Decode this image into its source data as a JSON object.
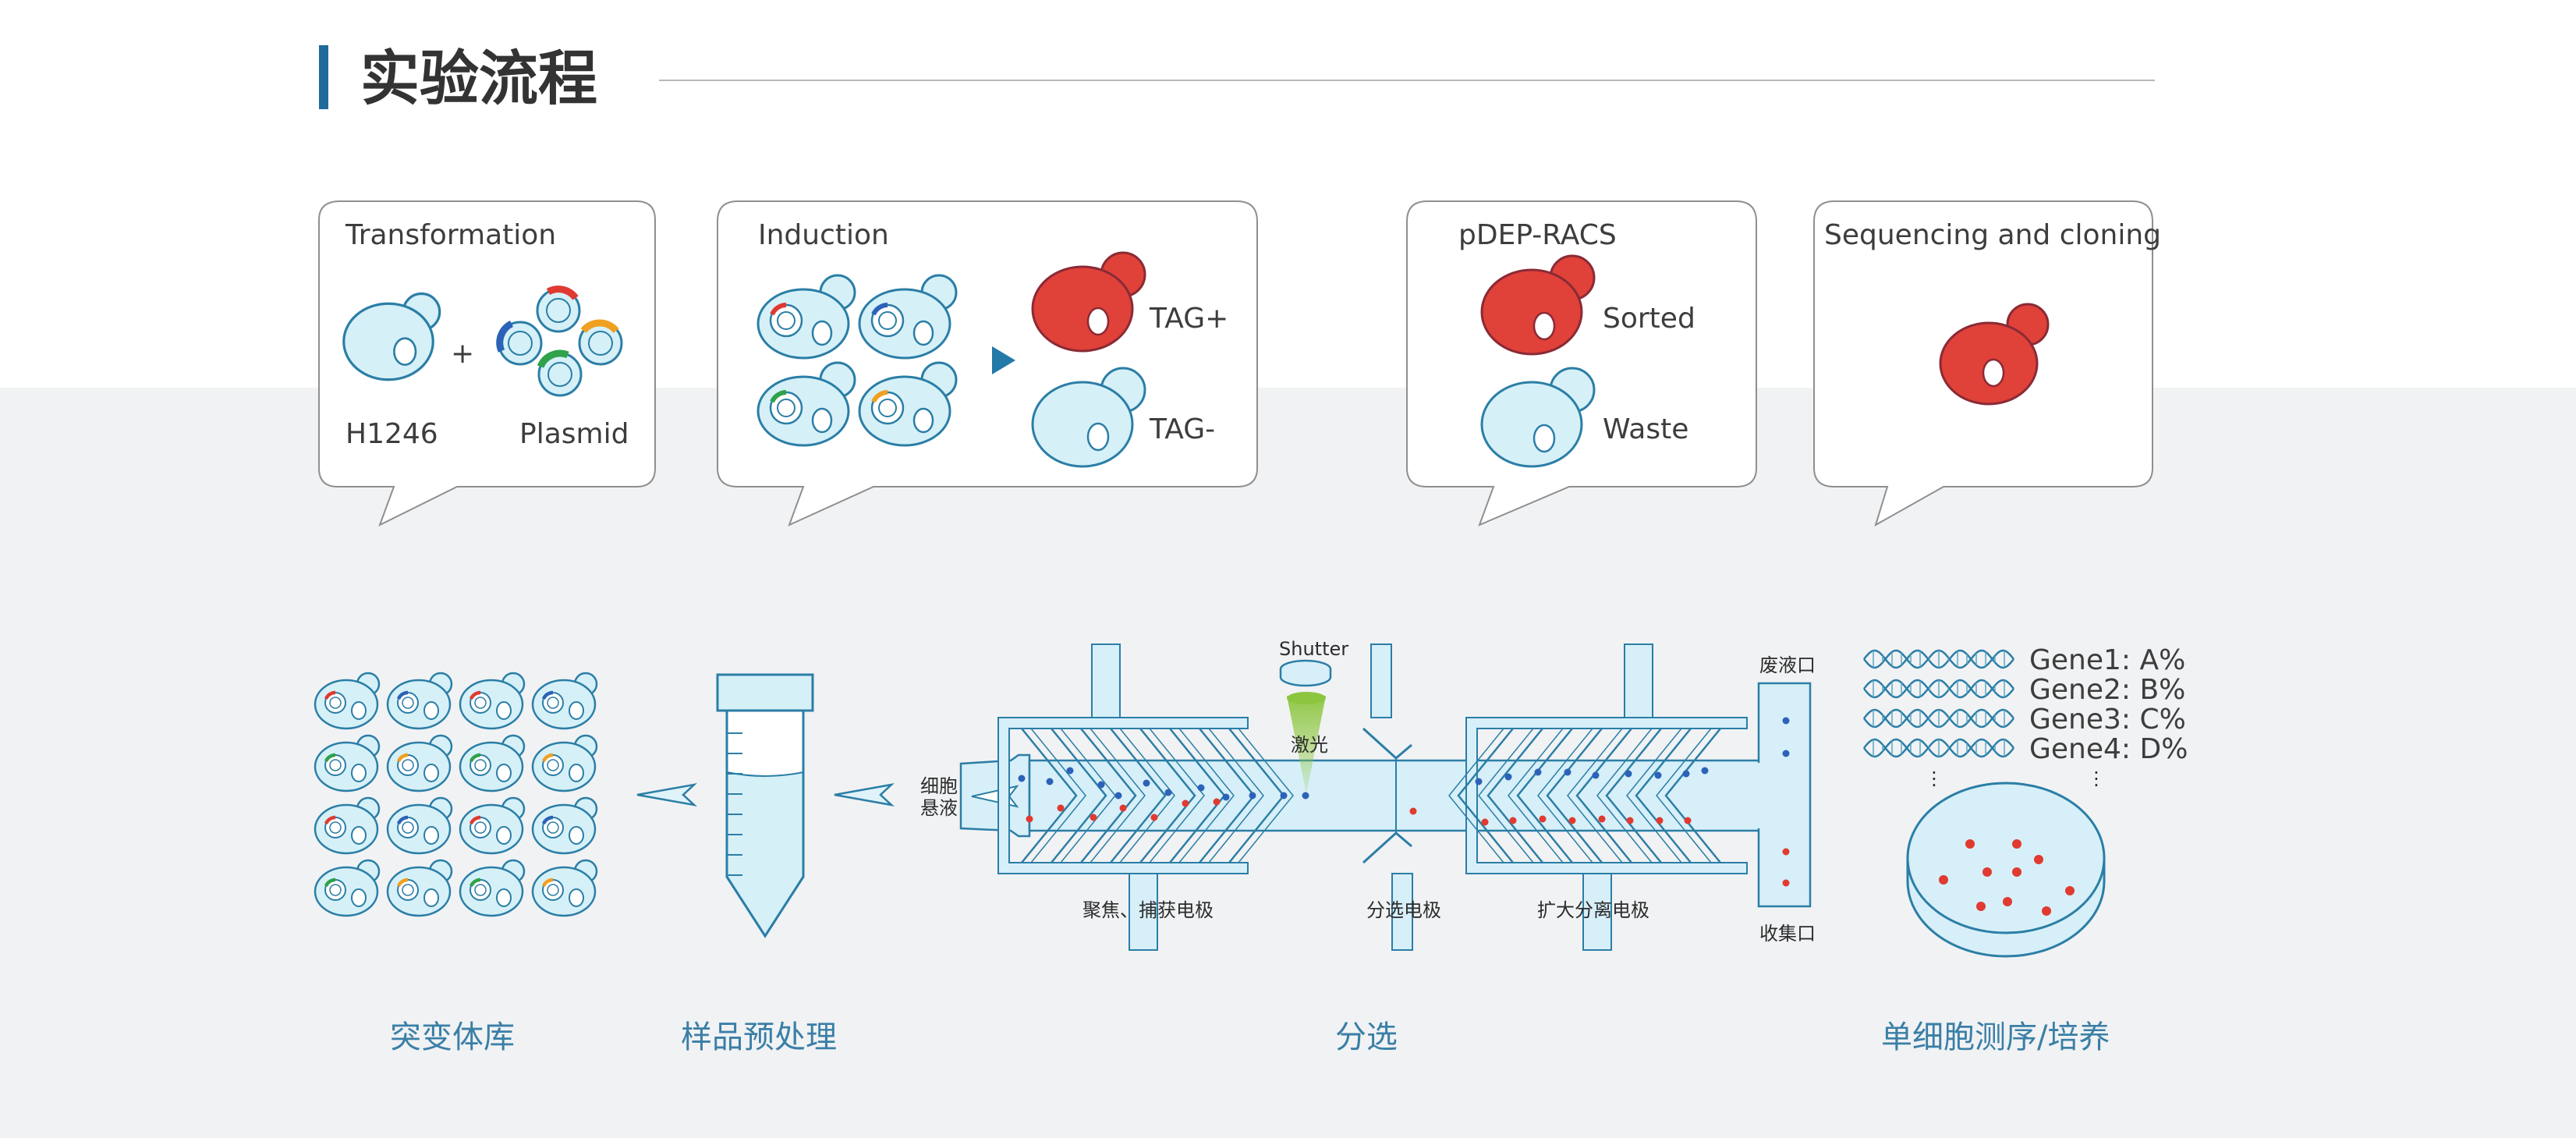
{
  "header": {
    "title": "实验流程",
    "accent_color": "#1f6a9a"
  },
  "colors": {
    "cell_fill": "#d6f0f8",
    "cell_stroke": "#2b7ea6",
    "tag_fill": "#e04138",
    "tag_stroke": "#8a2a36",
    "chip_fill": "#d7eff8",
    "band_bg": "#f1f2f4",
    "plasmid_red": "#e03a31",
    "plasmid_blue": "#2c62b8",
    "plasmid_orange": "#f0a020",
    "plasmid_green": "#2fa24a"
  },
  "bubbles": {
    "transformation": {
      "title": "Transformation",
      "left_label": "H1246",
      "right_label": "Plasmid",
      "plus": "+"
    },
    "induction": {
      "title": "Induction",
      "positive": "TAG+",
      "negative": "TAG-",
      "arrow_icon": "play-triangle-icon"
    },
    "pdep_racs": {
      "title": "pDEP-RACS",
      "sorted": "Sorted",
      "waste": "Waste"
    },
    "sequencing": {
      "title": "Sequencing and cloning"
    }
  },
  "chip": {
    "inlet_label": [
      "细胞",
      "悬液"
    ],
    "shutter": "Shutter",
    "laser": "激光",
    "focus_label": "聚焦、捕获电极",
    "sort_label": "分选电极",
    "expand_label": "扩大分离电极",
    "waste_outlet": "废液口",
    "collect_outlet": "收集口"
  },
  "genes": [
    "Gene1: A%",
    "Gene2: B%",
    "Gene3: C%",
    "Gene4: D%"
  ],
  "ellipsis": "⋮",
  "steps": {
    "library": "突变体库",
    "pretreat": "样品预处理",
    "sort": "分选",
    "sequencing": "单细胞测序/培养"
  }
}
